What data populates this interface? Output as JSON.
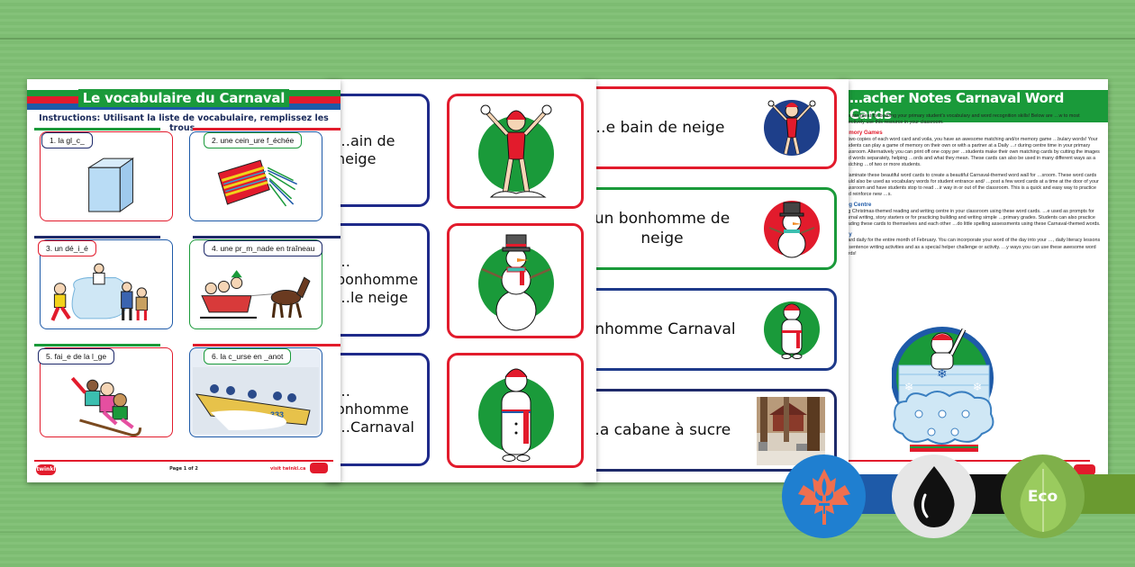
{
  "worksheet": {
    "title": "Le vocabulaire du Carnaval",
    "instructions": "Instructions: Utilisant la liste de vocabulaire, remplissez les trous.",
    "items": [
      {
        "label": "1. la gl_c_",
        "picture": "ice-cube"
      },
      {
        "label": "2. une cein_ure f_échée",
        "picture": "arrow-sash"
      },
      {
        "label": "3. un dé_i_é",
        "picture": "children-playing-snow"
      },
      {
        "label": "4. une pr_m_nade en traîneau",
        "picture": "horse-sleigh-ride"
      },
      {
        "label": "5. fai_e de la l_ge",
        "picture": "kids-on-toboggan"
      },
      {
        "label": "6. la c_urse en _anot",
        "picture": "canoe-race"
      }
    ],
    "footer": {
      "page": "Page 1 of 2",
      "url": "visit twinkl.ca",
      "logo": "twinkl"
    }
  },
  "picture_cards": {
    "word_cards": [
      {
        "text": "…ain de neige"
      },
      {
        "text": "…bonhomme\n…le neige"
      },
      {
        "text": "…onhomme\n…Carnaval"
      }
    ],
    "image_cards": [
      {
        "picture": "snow-bather",
        "disc_color": "#1a9a3a"
      },
      {
        "picture": "snowman",
        "disc_color": "#1a9a3a"
      },
      {
        "picture": "bonhomme-carnaval",
        "disc_color": "#1a9a3a"
      }
    ]
  },
  "word_cards": [
    {
      "text": "…e bain de neige",
      "border_color": "#e21b2c",
      "disc_color": "#1e3f8a",
      "picture": "snow-bather"
    },
    {
      "text": "un bonhomme de neige",
      "border_color": "#1a9a3a",
      "disc_color": "#e21b2c",
      "picture": "snowman"
    },
    {
      "text": "…nhomme Carnaval",
      "border_color": "#1e3a8a",
      "disc_color": "#1a9a3a",
      "picture": "bonhomme-carnaval"
    },
    {
      "text": "…a cabane à sucre",
      "border_color": "#1e2a6a",
      "disc_color": "",
      "picture": "sugar-shack"
    }
  ],
  "teacher_notes": {
    "title": "…acher Notes Carnaval Word Cards",
    "intro": "…s are great for building your primary student's vocabulary and word recognition skills! Below are …w to most effectively use this resource in your classroom.",
    "sections": [
      {
        "heading": "…mory Games",
        "heading_color": "red",
        "body": "…two copies of each word card and voila, you have an awesome matching and/or memory game …bulary words! Your students can play a game of memory on their own or with a partner at a Daily …r during centre time in your primary classroom. Alternatively you can print off one copy per …students make their own matching cards by cutting the images and words separately, helping …ords and what they mean. These cards can also be used in many different ways as a matching …of two or more students."
      },
      {
        "heading": "",
        "heading_color": "red",
        "body": "…laminate these beautiful word cards to create a beautiful Carnaval-themed word wall for …sroom. These word cards could also be used as vocabulary words for student entrance and/ …post a few word cards at a time at the door of your classroom and have students stop to read …ir way in or out of the classroom. This is a quick and easy way to practice and reinforce new …s."
      },
      {
        "heading": "…g Centre",
        "heading_color": "blue",
        "body": "…g Christmas-themed reading and writing centre in your classroom using these word cards. …e used as prompts for journal writing, story starters or for practicing building and writing simple …primary grades. Students can also practice reading these cards to themselves and each other …do little spelling assessments using these Carnaval-themed words."
      },
      {
        "heading": "…y",
        "heading_color": "blue",
        "body": "…ard daily for the entire month of February. You can incorporate your word of the day into your …, daily literacy lessons or sentence writing activities and as a special helper challenge or activity. …y ways you can use these awesome word cards!"
      }
    ],
    "illustration": "bonhomme-ice-palace"
  },
  "badges": [
    {
      "name": "quebec-maple-leaf",
      "bg": "#1f7fd0",
      "fg": "#ef6f4f",
      "strip": "#1e5aa8"
    },
    {
      "name": "ink-drop",
      "bg": "#e6e6e6",
      "fg": "#111111",
      "strip": "#111111"
    },
    {
      "name": "eco",
      "label": "Eco",
      "bg": "#7fb04a",
      "fg": "#9acb5e",
      "strip": "#6a9a30"
    }
  ],
  "colors": {
    "background": "#7fc074",
    "green": "#1a9a3a",
    "red": "#e21b2c",
    "blue": "#1e5aa8",
    "navy": "#1e2a6a"
  }
}
